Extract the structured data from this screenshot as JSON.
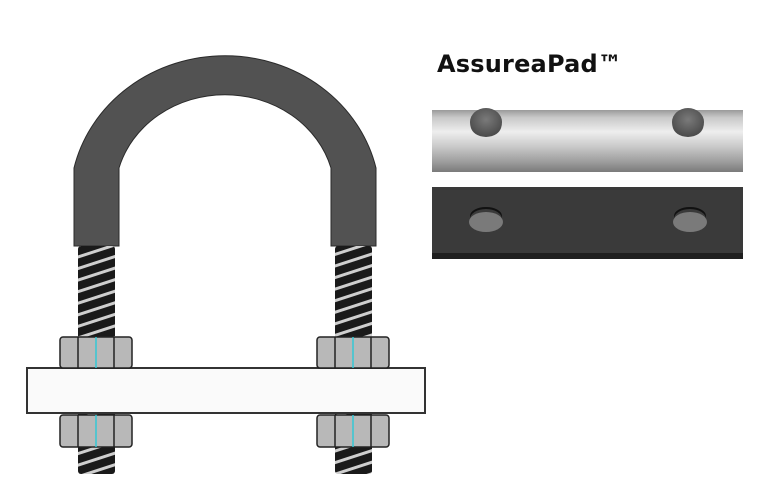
{
  "title": "AssureaPad™",
  "components": {
    "u_bolt": {
      "label": "u-bolt",
      "color": "#525252"
    },
    "plate": {
      "label": "mounting-plate",
      "color": "#fafafa"
    },
    "nuts": {
      "count": 4,
      "color": "#b8b8b8",
      "centerline_color": "#33c9d6"
    },
    "pads": [
      {
        "label": "steel-pad",
        "color": "#c4c4c4",
        "holes": 2
      },
      {
        "label": "black-pad",
        "color": "#3a3a3a",
        "holes": 2
      }
    ]
  }
}
